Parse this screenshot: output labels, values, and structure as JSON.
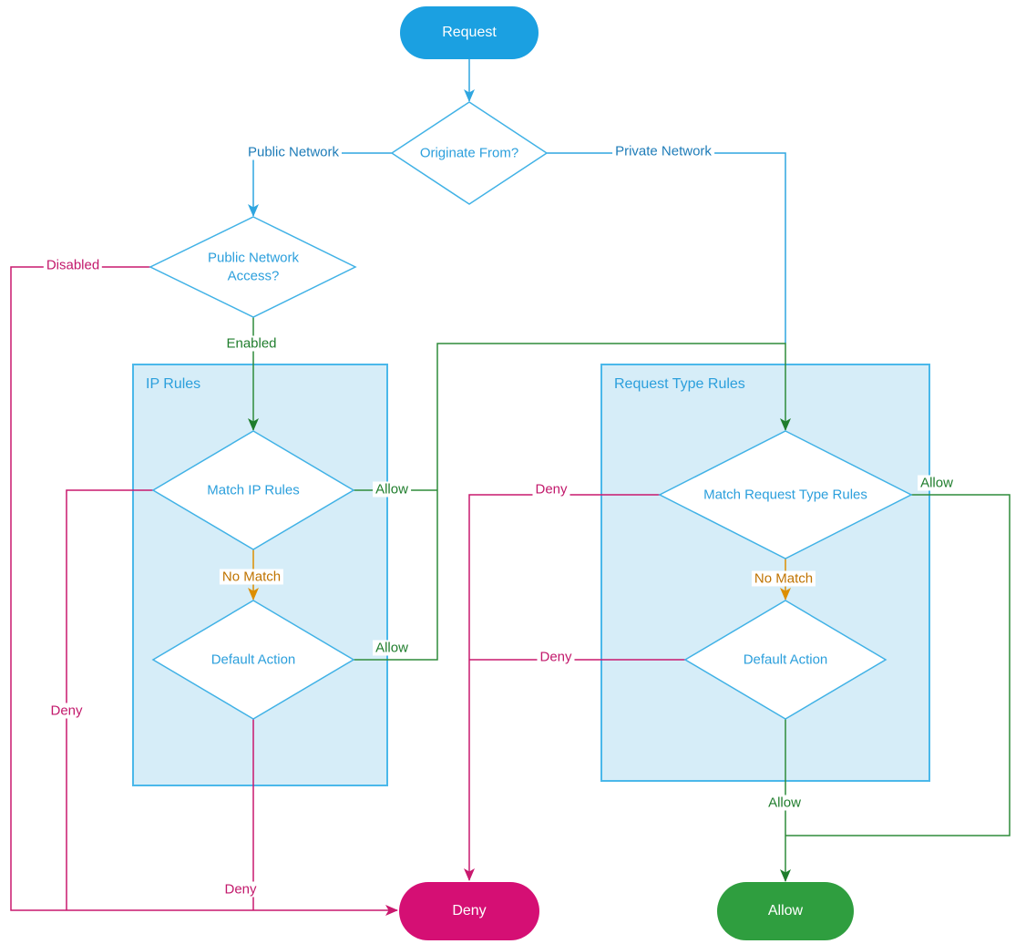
{
  "nodes": {
    "request": {
      "label": "Request",
      "fill": "#1BA0E1"
    },
    "deny": {
      "label": "Deny",
      "fill": "#D50F74"
    },
    "allow": {
      "label": "Allow",
      "fill": "#2F9E3F"
    }
  },
  "decisions": {
    "originate_from": {
      "label": "Originate From?"
    },
    "public_network_access": {
      "label": "Public Network Access?"
    },
    "match_ip_rules": {
      "label": "Match IP Rules"
    },
    "ip_default_action": {
      "label": "Default Action"
    },
    "match_request_type_rules": {
      "label": "Match Request Type Rules"
    },
    "rtr_default_action": {
      "label": "Default Action"
    }
  },
  "containers": {
    "ip_rules": {
      "label": "IP Rules"
    },
    "request_type_rules": {
      "label": "Request Type Rules"
    }
  },
  "edge_labels": {
    "public_network": "Public Network",
    "private_network": "Private Network",
    "disabled": "Disabled",
    "enabled": "Enabled",
    "ip_match_allow": "Allow",
    "ip_no_match": "No Match",
    "ip_default_allow": "Allow",
    "ip_match_deny": "Deny",
    "ip_default_deny": "Deny",
    "rtr_match_deny": "Deny",
    "rtr_match_allow": "Allow",
    "rtr_default_deny": "Deny",
    "rtr_no_match": "No Match",
    "rtr_default_allow": "Allow"
  },
  "colors": {
    "node_blue": "#1BA0E1",
    "node_pink": "#D50F74",
    "node_green": "#2F9E3F",
    "line_blue": "#2FA6E0",
    "line_green": "#2E8B3A",
    "line_pink": "#C9186E",
    "line_orange": "#DD8E00",
    "container_fill": "#D6EDF8",
    "container_border": "#4AB8EA",
    "diamond_stroke": "#41B2E6",
    "diamond_text": "#2B9FDC",
    "label_blue": "#1E7CB8",
    "label_green": "#1F7D2C",
    "label_pink": "#C2186B",
    "label_orange": "#BF7300"
  }
}
